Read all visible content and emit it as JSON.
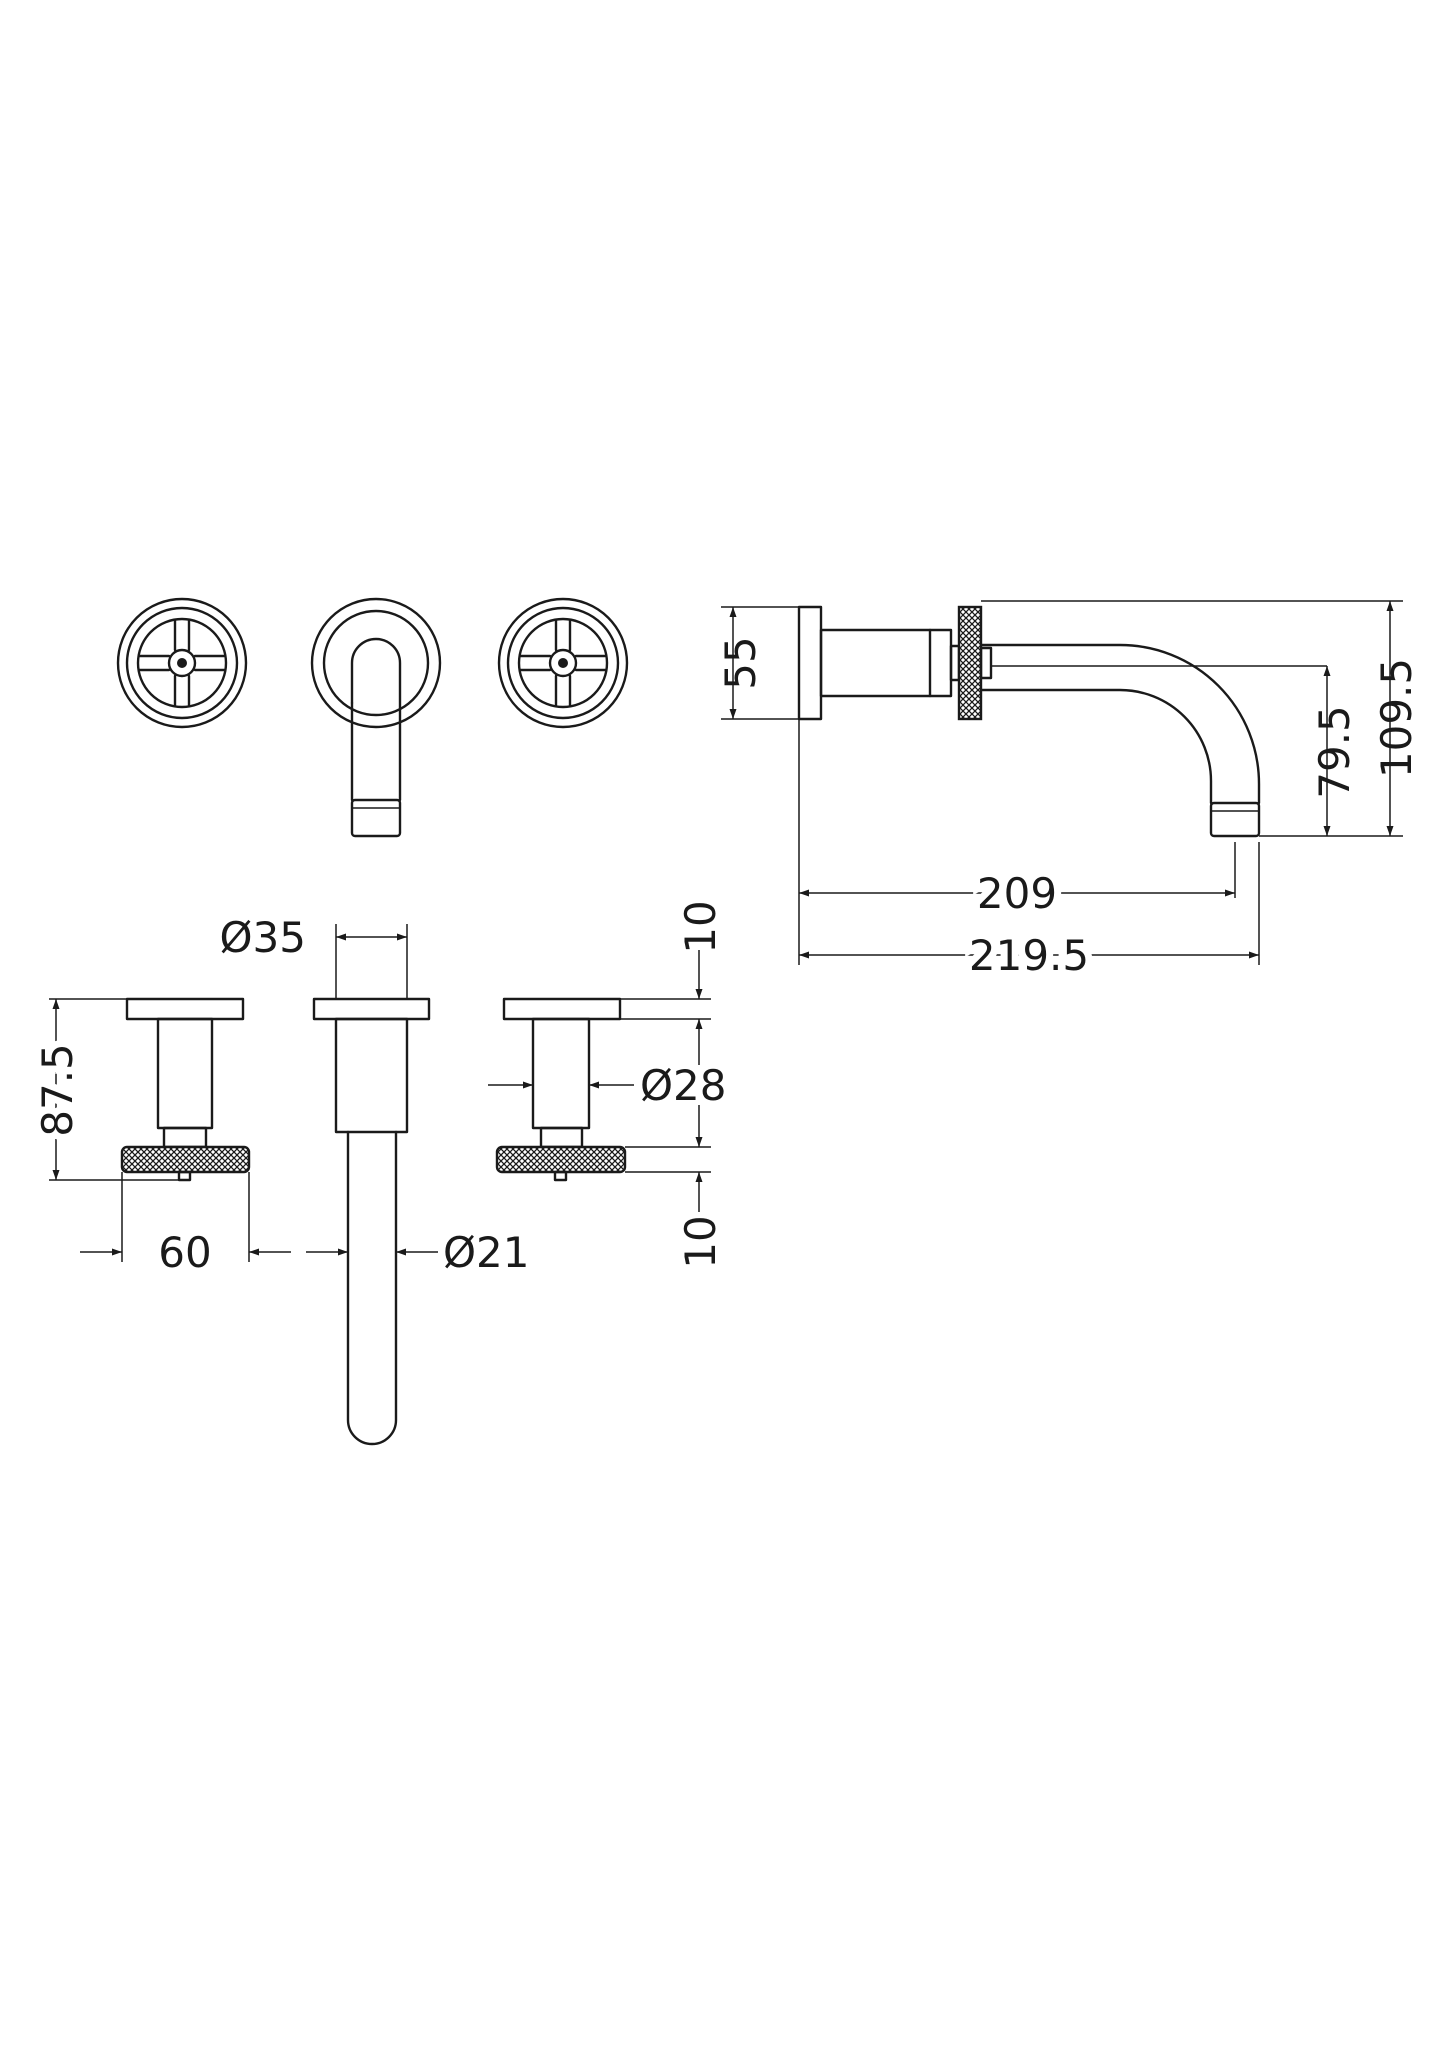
{
  "drawing": {
    "dimensions": {
      "plan_height": "55",
      "spout_drop": "79.5",
      "overall_height": "109.5",
      "projection": "209",
      "overall_projection": "219.5",
      "wall_plate_diameter": "Ø35",
      "handle_projection": "87.5",
      "handle_diameter": "60",
      "spout_diameter": "Ø21",
      "plate_thickness": "10",
      "stem_diameter": "Ø28",
      "wheel_thickness": "10"
    }
  }
}
